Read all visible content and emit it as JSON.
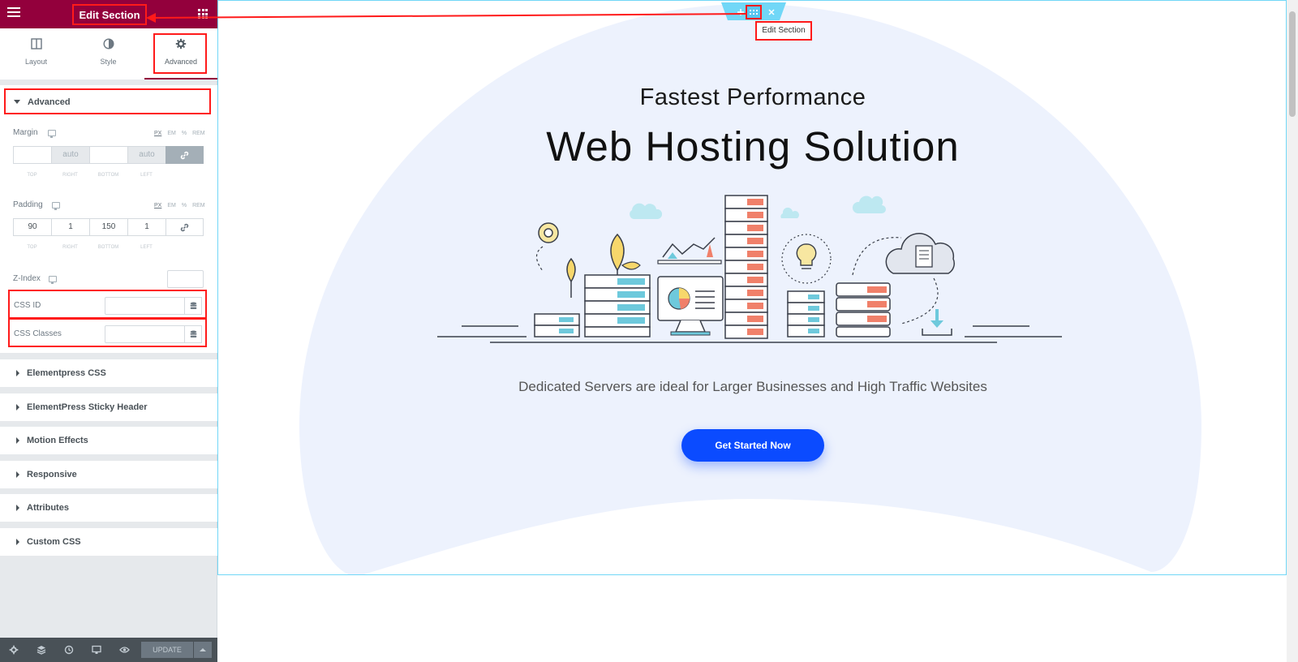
{
  "header": {
    "title": "Edit Section"
  },
  "tabs": [
    {
      "label": "Layout",
      "icon": "columns-icon"
    },
    {
      "label": "Style",
      "icon": "contrast-icon"
    },
    {
      "label": "Advanced",
      "icon": "gear-icon",
      "active": true
    }
  ],
  "advanced": {
    "title": "Advanced",
    "margin": {
      "label": "Margin",
      "units": [
        "PX",
        "EM",
        "%",
        "REM"
      ],
      "values": {
        "top": "",
        "right": "auto",
        "bottom": "",
        "left": "auto"
      },
      "sides": [
        "TOP",
        "RIGHT",
        "BOTTOM",
        "LEFT"
      ]
    },
    "padding": {
      "label": "Padding",
      "units": [
        "PX",
        "EM",
        "%",
        "REM"
      ],
      "values": {
        "top": "90",
        "right": "1",
        "bottom": "150",
        "left": "1"
      },
      "sides": [
        "TOP",
        "RIGHT",
        "BOTTOM",
        "LEFT"
      ]
    },
    "zindex": {
      "label": "Z-Index",
      "value": ""
    },
    "css_id": {
      "label": "CSS ID",
      "value": ""
    },
    "css_classes": {
      "label": "CSS Classes",
      "value": ""
    }
  },
  "sections": [
    "Elementpress CSS",
    "ElementPress Sticky Header",
    "Motion Effects",
    "Responsive",
    "Attributes",
    "Custom CSS"
  ],
  "footer": {
    "update_label": "UPDATE"
  },
  "canvas": {
    "tooltip": "Edit Section",
    "subtitle": "Fastest Performance",
    "heading": "Web Hosting Solution",
    "description": "Dedicated Servers are ideal for Larger Businesses and High Traffic Websites",
    "cta": "Get Started Now"
  },
  "colors": {
    "brand": "#93003c",
    "highlight": "#ff1a1a",
    "section_outline": "#71d7f7",
    "blob": "#edf2fd",
    "cta": "#0b4bff"
  }
}
